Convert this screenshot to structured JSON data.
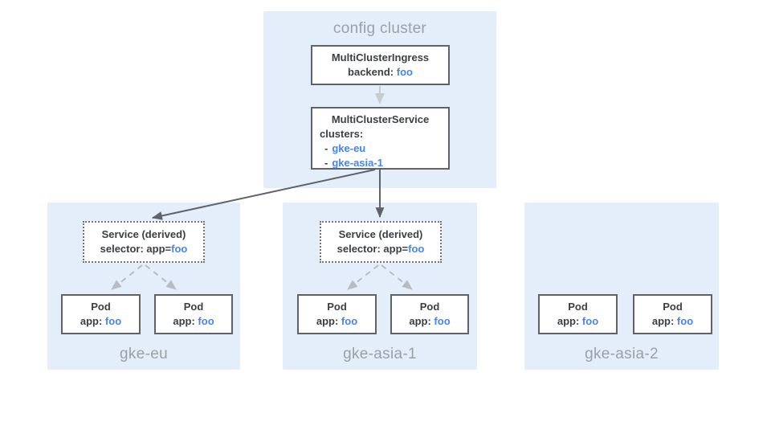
{
  "diagram_title": "GKE multi-cluster ingress diagram",
  "colors": {
    "region_bg": "#e4eefb",
    "box_border": "#5f6368",
    "dark_text": "#3c4043",
    "blue_text": "#4285f4",
    "muted_label": "#9aa0a6",
    "dark_arrow": "#5f6368",
    "light_arrow": "#c7ccd1",
    "dashed_arrow": "#b7bcc2"
  },
  "config_cluster": {
    "label": "config cluster",
    "ingress": {
      "title": "MultiClusterIngress",
      "field_label": "backend:",
      "field_value": "foo"
    },
    "service": {
      "title": "MultiClusterService",
      "field_label": "clusters:",
      "bullet": "-",
      "items": [
        "gke-eu",
        "gke-asia-1"
      ]
    }
  },
  "clusters": [
    {
      "label": "gke-eu",
      "service": {
        "title": "Service (derived)",
        "selector_label": "selector: app=",
        "selector_value": "foo"
      },
      "pods": [
        {
          "title": "Pod",
          "app_label": "app:",
          "app_value": "foo"
        },
        {
          "title": "Pod",
          "app_label": "app:",
          "app_value": "foo"
        }
      ]
    },
    {
      "label": "gke-asia-1",
      "service": {
        "title": "Service (derived)",
        "selector_label": "selector: app=",
        "selector_value": "foo"
      },
      "pods": [
        {
          "title": "Pod",
          "app_label": "app:",
          "app_value": "foo"
        },
        {
          "title": "Pod",
          "app_label": "app:",
          "app_value": "foo"
        }
      ]
    },
    {
      "label": "gke-asia-2",
      "pods": [
        {
          "title": "Pod",
          "app_label": "app:",
          "app_value": "foo"
        },
        {
          "title": "Pod",
          "app_label": "app:",
          "app_value": "foo"
        }
      ]
    }
  ]
}
